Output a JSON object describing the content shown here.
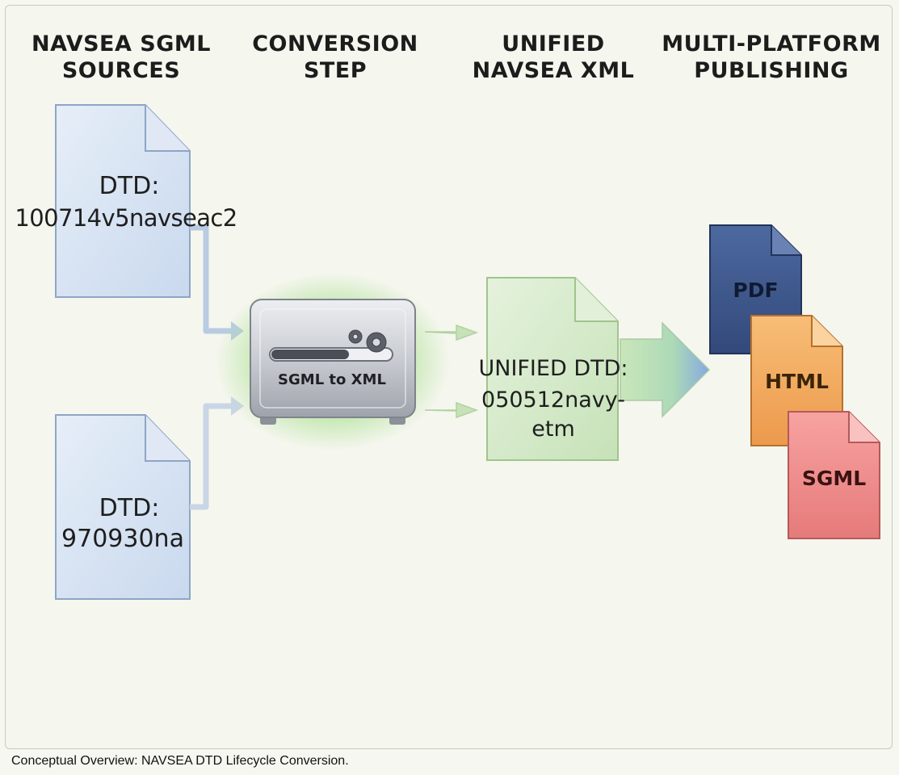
{
  "headers": {
    "sources": "NAVSEA SGML\nSOURCES",
    "conversion": "CONVERSION\nSTEP",
    "unified": "UNIFIED\nNAVSEA XML",
    "publishing": "MULTI-PLATFORM\nPUBLISHING"
  },
  "sources": [
    {
      "label": "DTD:",
      "value": "100714v5navseac2"
    },
    {
      "label": "DTD:",
      "value": "970930na"
    }
  ],
  "converter": {
    "label": "SGML to XML",
    "icon": "gears-icon"
  },
  "unified": {
    "line1": "UNIFIED DTD:",
    "line2": "050512navy-",
    "line3": "etm"
  },
  "outputs": [
    {
      "label": "PDF",
      "color": "#3f5a8c"
    },
    {
      "label": "HTML",
      "color": "#f2a65a"
    },
    {
      "label": "SGML",
      "color": "#ec8a88"
    }
  ],
  "caption": "Conceptual Overview: NAVSEA DTD Lifecycle Conversion."
}
